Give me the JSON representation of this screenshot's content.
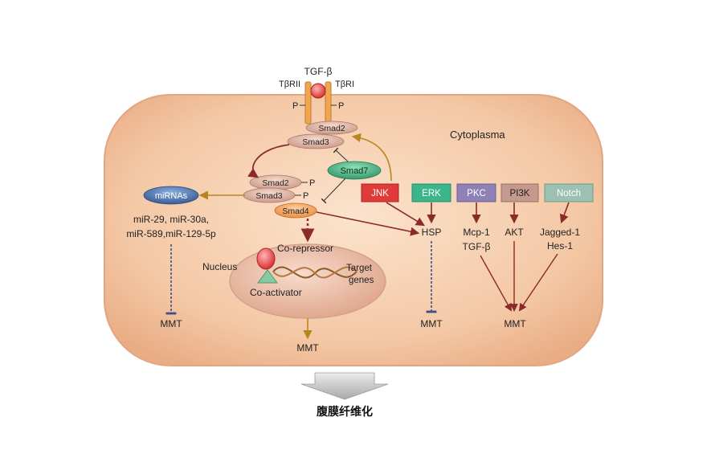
{
  "ligand": "TGF-β",
  "receptors": {
    "type2": "TβRII",
    "type1": "TβRI",
    "phospho": "P"
  },
  "compartments": {
    "cytoplasm": "Cytoplasma",
    "nucleus": "Nucleus"
  },
  "smads": {
    "smad2_top": "Smad2",
    "smad3_top": "Smad3",
    "smad7": "Smad7",
    "smad2_complex": "Smad2",
    "smad3_complex": "Smad3",
    "smad4": "Smad4",
    "phospho": "P"
  },
  "mirnas": {
    "label": "miRNAs",
    "list_line1": "miR-29, miR-30a,",
    "list_line2": "miR-589,miR-129-5p"
  },
  "kinases": [
    {
      "label": "JNK",
      "color": "#e03a3a"
    },
    {
      "label": "ERK",
      "color": "#3bb58a"
    },
    {
      "label": "PKC",
      "color": "#8f80b6"
    },
    {
      "label": "PI3K",
      "color": "#c39a8c"
    },
    {
      "label": "Notch",
      "color": "#9cc1b4"
    }
  ],
  "targets": {
    "hsp": "HSP",
    "mcp1": "Mcp-1",
    "tgfb": "TGF-β",
    "akt": "AKT",
    "jagged": "Jagged-1",
    "hes": "Hes-1"
  },
  "nucleus_items": {
    "corepressor": "Co-repressor",
    "coactivator": "Co-activator",
    "target_line1": "Target",
    "target_line2": "genes"
  },
  "mmt": {
    "mirna": "MMT",
    "nucleus": "MMT",
    "hsp": "MMT",
    "right": "MMT"
  },
  "outcome": "腹膜纤维化",
  "colors": {
    "cell_fill": "#f2c29e",
    "nucleus_fill": "#e8b79e",
    "smad_fill": "#e1b1a0",
    "smad4": "#f2a661",
    "smad7": "#3ea97a",
    "mirna": "#3d66a8",
    "arrow_dark": "#8b2a26",
    "arrow_gold": "#b8861c",
    "inhibit_blue": "#3d4f8a"
  }
}
